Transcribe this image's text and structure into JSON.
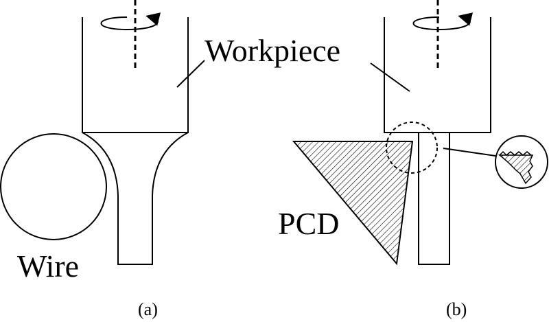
{
  "labels": {
    "workpiece": "Workpiece",
    "wire": "Wire",
    "pcd": "PCD",
    "caption_a": "(a)",
    "caption_b": "(b)"
  },
  "colors": {
    "stroke": "#000000",
    "background": "#ffffff"
  }
}
